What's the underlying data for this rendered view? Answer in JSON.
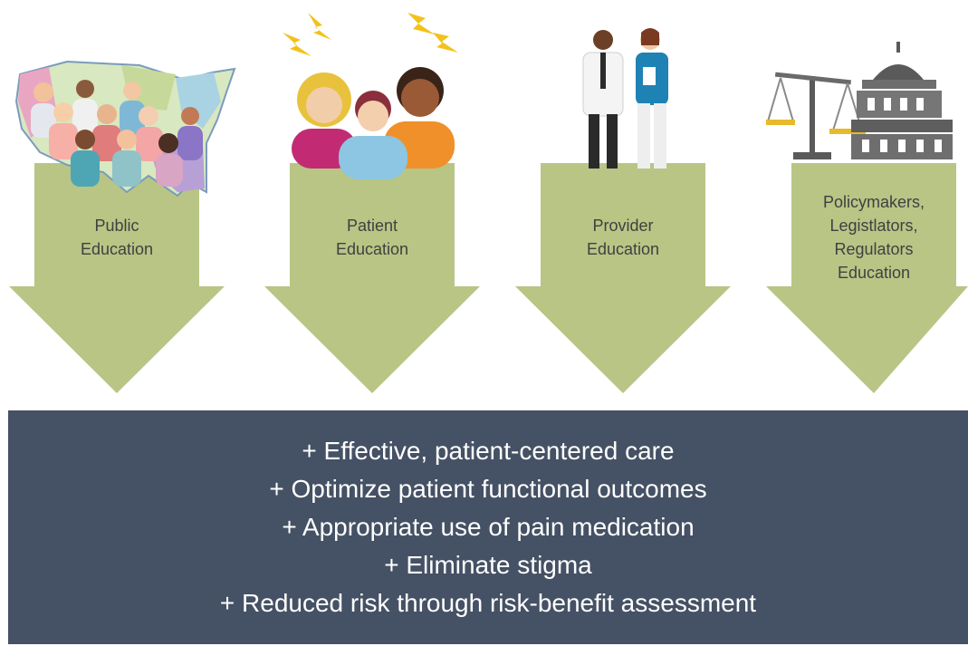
{
  "arrows": [
    {
      "label_lines": [
        "Public",
        "Education"
      ],
      "icon": "us-map-crowd-icon"
    },
    {
      "label_lines": [
        "Patient",
        "Education"
      ],
      "icon": "patients-group-icon"
    },
    {
      "label_lines": [
        "Provider",
        "Education"
      ],
      "icon": "doctor-nurse-icon"
    },
    {
      "label_lines": [
        "Policymakers,",
        "Legistlators,",
        "Regulators",
        "Education"
      ],
      "icon": "scales-capitol-icon"
    }
  ],
  "outcomes": [
    "+ Effective, patient-centered care",
    "+ Optimize patient functional outcomes",
    "+ Appropriate use of pain medication",
    "+ Eliminate stigma",
    "+ Reduced risk through risk-benefit assessment"
  ],
  "colors": {
    "arrow": "#b8c585",
    "outcome_box": "#455164",
    "outcome_text": "#ffffff",
    "label_text": "#404040"
  }
}
